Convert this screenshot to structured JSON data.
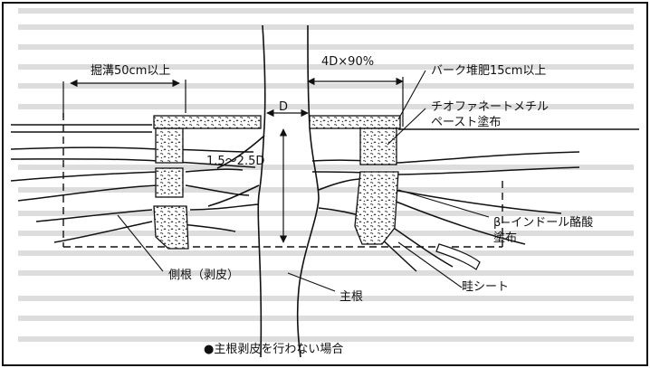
{
  "diagram": {
    "labels": {
      "trench": "掘溝50cm以上",
      "width": "4D×90%",
      "bark": "バーク堆肥15cm以上",
      "paste1": "チオファネートメチル",
      "paste2": "ペースト塗布",
      "d": "D",
      "depth": "1.5〜2.5D",
      "iba1": "β−インドール酪酸",
      "iba2": "塗布",
      "sheet": "畦シート",
      "side_root": "側根（剥皮）",
      "main_root": "主根",
      "caption": "●主根剥皮を行わない場合"
    }
  }
}
